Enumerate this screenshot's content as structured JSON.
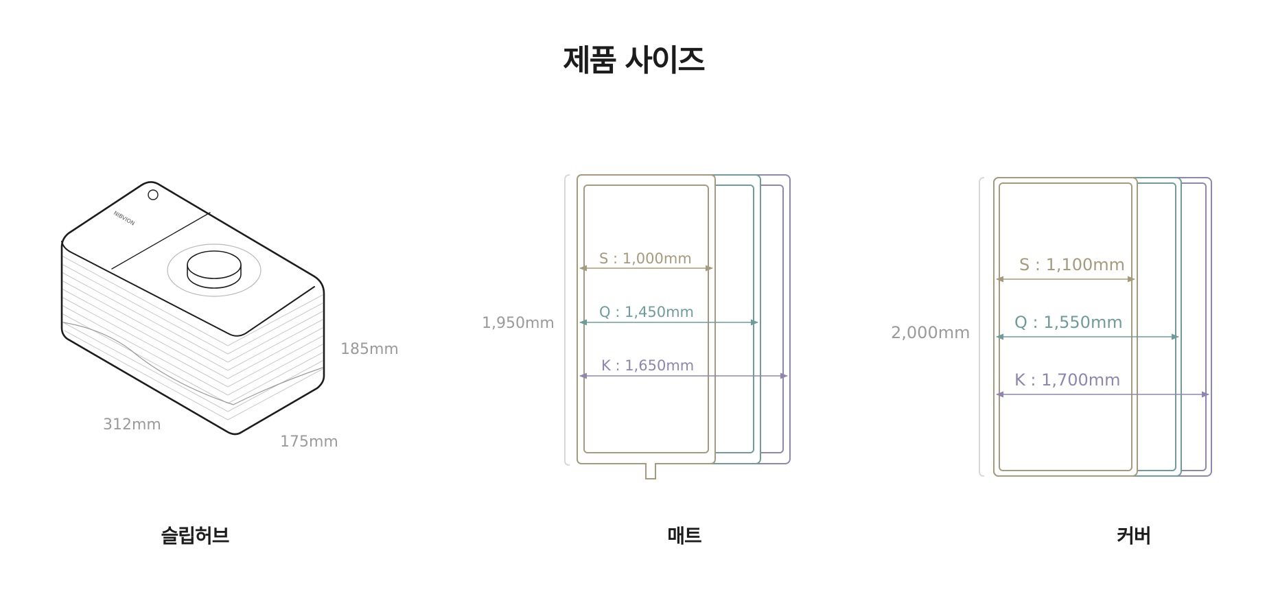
{
  "title": "제품 사이즈",
  "products": {
    "hub": {
      "caption": "슬립허브",
      "brand": "NIBVION",
      "width": "312mm",
      "depth": "175mm",
      "height": "185mm"
    },
    "mat": {
      "caption": "매트",
      "length": "1,950mm",
      "sizes": [
        {
          "label": "S : 1,000mm",
          "color": "#a59a7c"
        },
        {
          "label": "Q : 1,450mm",
          "color": "#6e9c9a"
        },
        {
          "label": "K : 1,650mm",
          "color": "#8e86b0"
        }
      ]
    },
    "cover": {
      "caption": "커버",
      "length": "2,000mm",
      "sizes": [
        {
          "label": "S : 1,100mm",
          "color": "#a59a7c"
        },
        {
          "label": "Q : 1,550mm",
          "color": "#6e9c9a"
        },
        {
          "label": "K : 1,700mm",
          "color": "#8e86b0"
        }
      ]
    }
  }
}
